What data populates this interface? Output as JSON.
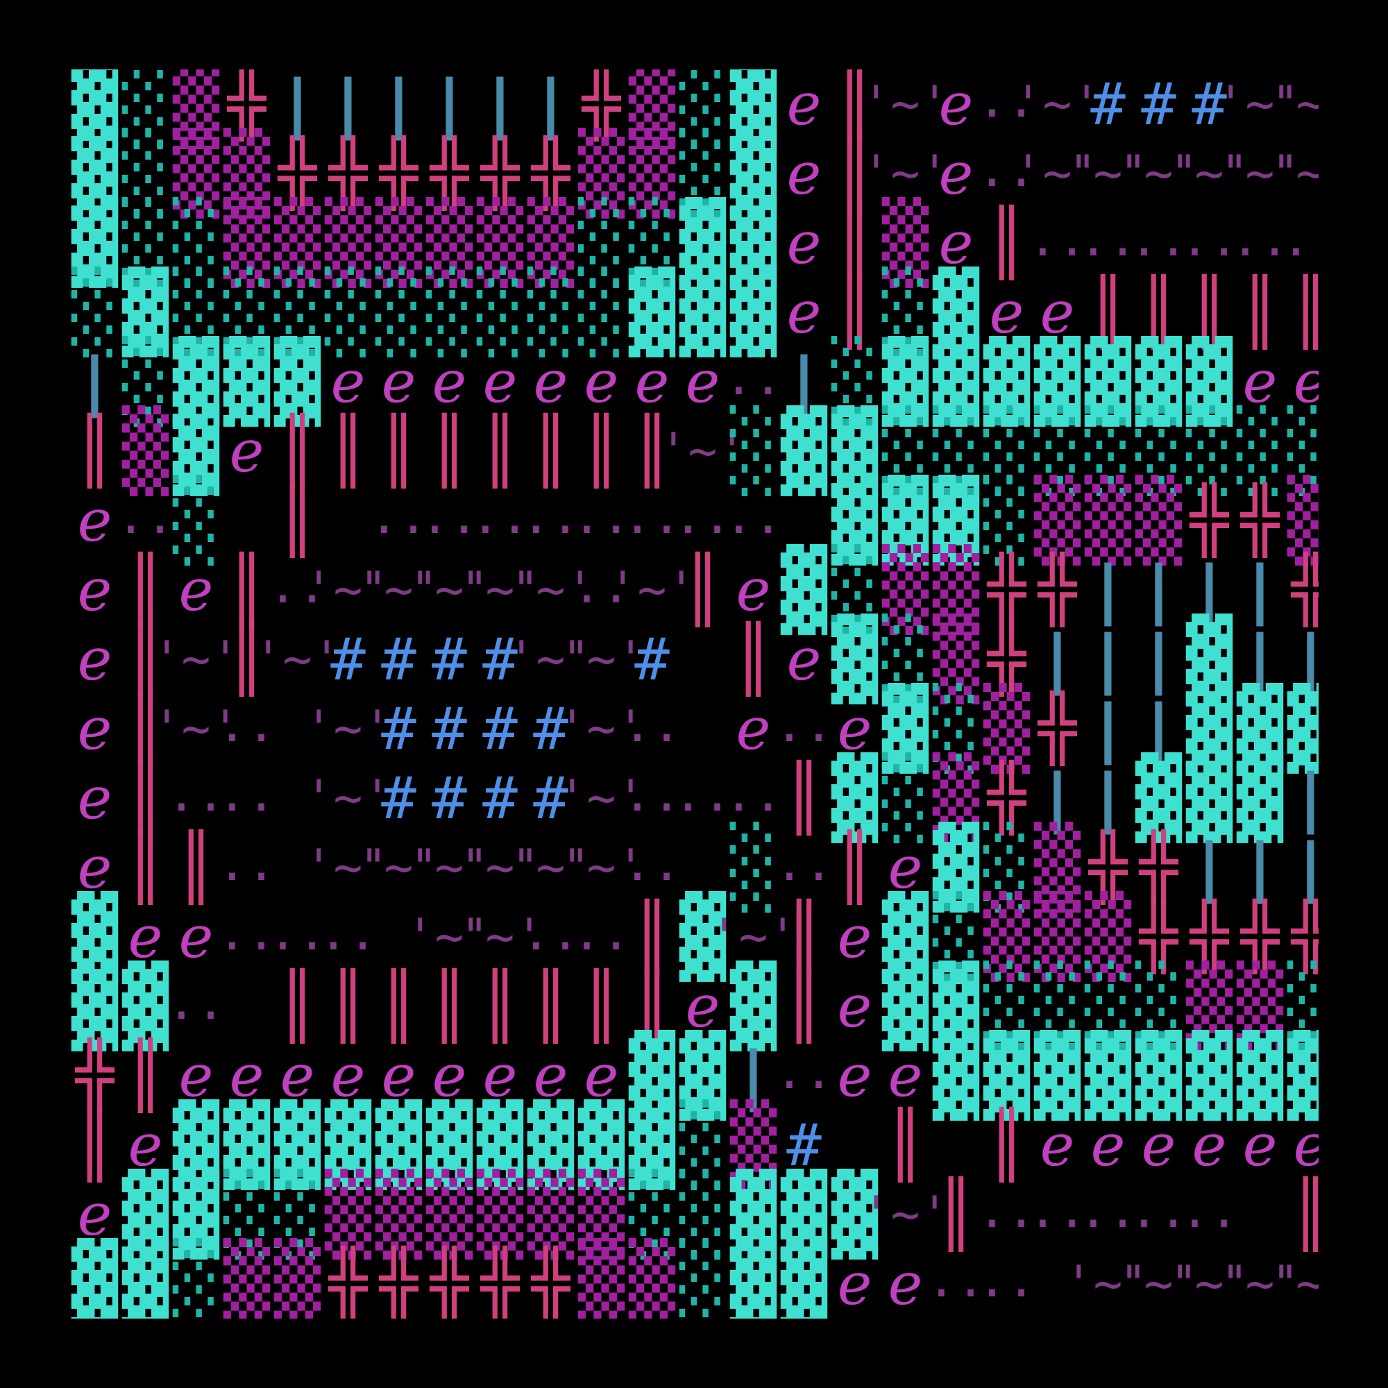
{
  "palette": {
    "background": "#000000",
    "dense_block_cyan": "#40E0D0",
    "dotted_block_teal": "#1FB5A6",
    "dotted_block_magenta": "#A020A0",
    "double_bar_pink": "#D0407E",
    "bracket_steel_blue": "#4A8AAA",
    "eye_glyph_purple": "#C040C0",
    "hash_blue": "#4F8FE8",
    "tilde_plum": "#7E3B86"
  },
  "glyph_legend": {
    "D": "▓",
    "d": "░",
    "m": "▒",
    "X": "╬",
    "I": "║",
    "B": "|",
    "E": "ℯ",
    "H": "#",
    "T": "'~'",
    "o": "..",
    ".": " "
  },
  "glyph_names": {
    "D": "dense-block-icon",
    "d": "teal-dot-block-icon",
    "m": "magenta-dot-block-icon",
    "X": "double-cross-icon",
    "I": "double-bar-icon",
    "B": "bracket-bar-icon",
    "E": "eye-glyph-icon",
    "H": "hash-icon",
    "T": "tilde-quote-icon",
    "o": "double-dot-icon",
    ".": "blank-cell"
  },
  "grid": [
    "DdmXBBBBBBXmdDEITEoTHHHTTT",
    "DdmmXXXXXXmmdDEITEoTTTTTTo",
    "DddmmmmmmmddDDEImEIoooooooo",
    "dDdddddddddDDDEIdDEEIIIIIII",
    "BdDDDEEEEEEEEoBdDDDDDDDEEE",
    "ImDEIIIIIIIITdDDddddddddd",
    "Eod I oooooooo DDDdmmmXXmmm",
    "EIEIoTTTTToTIEDdmmXXBBBBXX",
    "EITITHHHHTTH IEDdmXBBBDBBBX",
    "EITo THHHHTo EoEDdmXBBDDDBBB",
    "EIoo THHHHToooIDdmXBBDDDBBB",
    "EIIo TTTTTTo doIEDdmXXBBBBBX",
    "DEEooo TTooIDTIEDdmmmXXXXm",
    "DDo IIIIIIIIEDIEDDddddmmddd",
    "XIEEEEEEEEEDDBoEEDDDDDDDD",
    "IEDDDDDDDDDDdmH I IEEEEEEE",
    "EDDddmmmmmmddDDDTIooooo II",
    "DDdmmXXXXXmmdDDEEoo TTTTTToo"
  ]
}
